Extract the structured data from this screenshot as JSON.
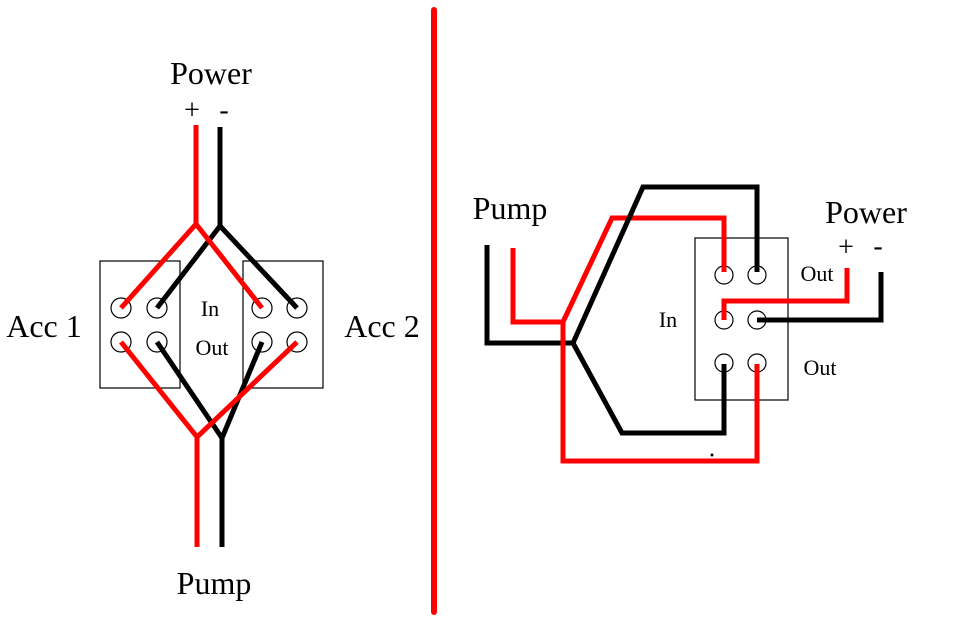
{
  "colors": {
    "wire_red": "#ff0000",
    "wire_black": "#000000",
    "divider_red": "#ff0000",
    "outline": "#000000",
    "text": "#000000",
    "background": "#ffffff"
  },
  "left_diagram": {
    "power_label": "Power",
    "power_plus": "+",
    "power_minus": "-",
    "acc1_label": "Acc 1",
    "acc2_label": "Acc 2",
    "switch_in_label": "In",
    "switch_out_label": "Out",
    "pump_label": "Pump"
  },
  "right_diagram": {
    "pump_label": "Pump",
    "power_label": "Power",
    "power_plus": "+",
    "power_minus": "-",
    "switch_in_label": "In",
    "switch_out_top_label": "Out",
    "switch_out_bottom_label": "Out"
  }
}
